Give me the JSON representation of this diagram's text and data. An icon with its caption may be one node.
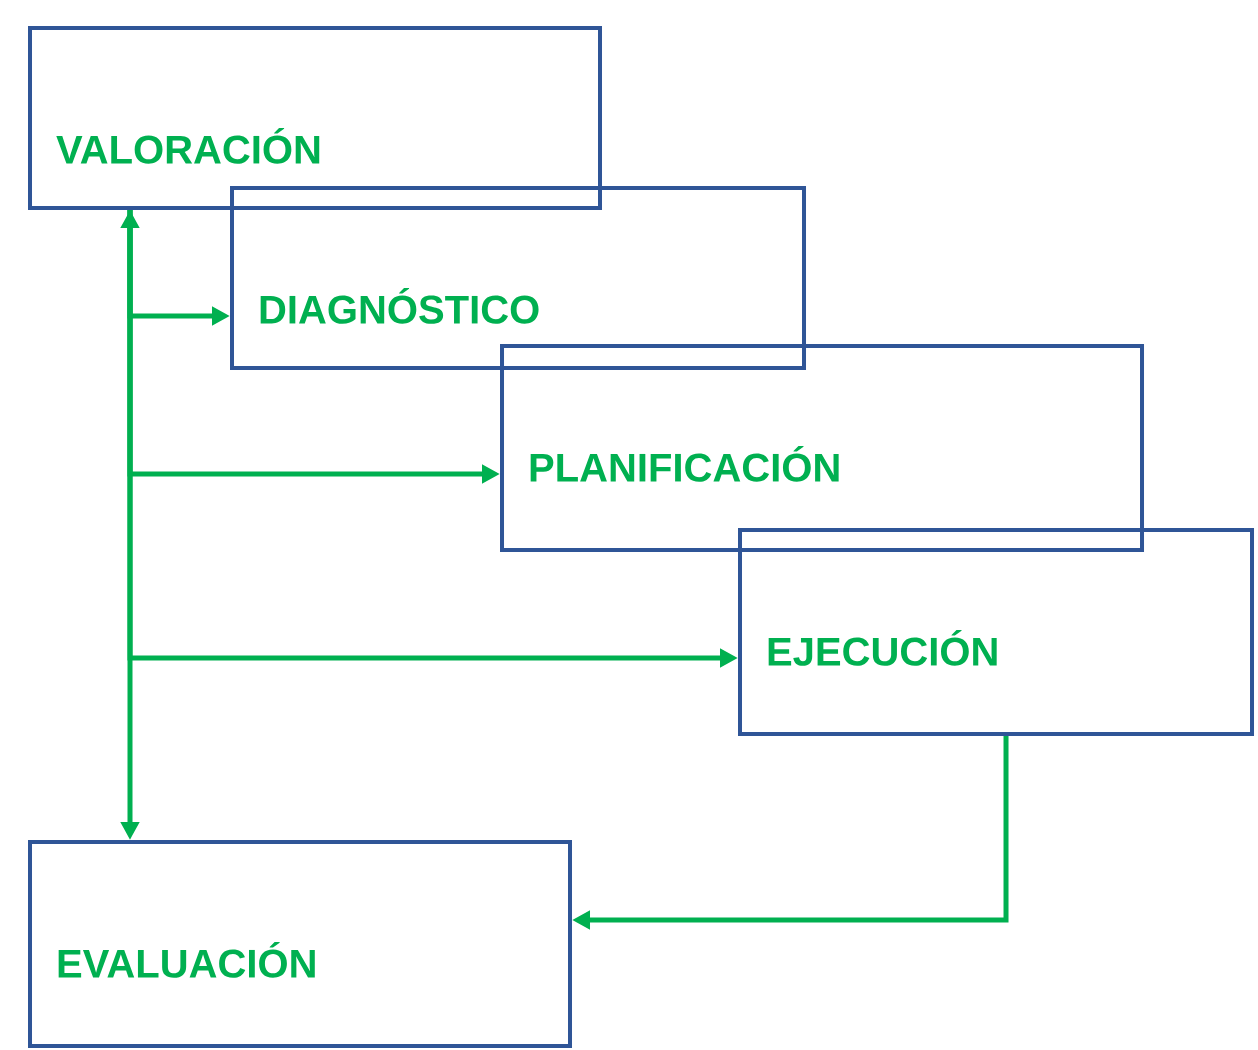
{
  "diagram": {
    "nodes": [
      {
        "text": [
          "VALORACIÓN"
        ]
      },
      {
        "text": [
          "DIAGNÓSTICO"
        ]
      },
      {
        "text": [
          "PLANIFICACIÓN"
        ]
      },
      {
        "text": [
          "EJECUCIÓN"
        ]
      },
      {
        "text": [
          "EVALUACIÓN"
        ]
      }
    ],
    "edges": [
      {
        "from": 0,
        "to": 4,
        "arrow": "both"
      },
      {
        "from": 0,
        "to": 1,
        "arrow": "to"
      },
      {
        "from": 0,
        "to": 2,
        "arrow": "to"
      },
      {
        "from": 0,
        "to": 3,
        "arrow": "to"
      },
      {
        "from": 3,
        "to": 4,
        "arrow": "to"
      }
    ]
  }
}
